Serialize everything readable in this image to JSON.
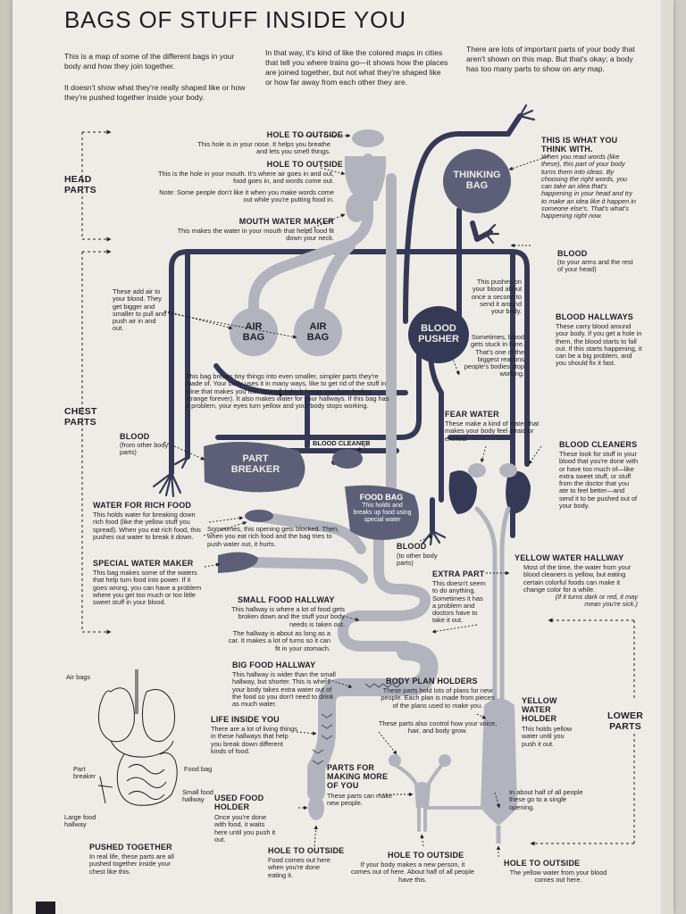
{
  "title": "BAGS OF STUFF INSIDE YOU",
  "intro": {
    "col1_p1": "This is a map of some of the different bags in your body and how they join together.",
    "col1_p2": "It doesn't show what they're really shaped like or how they're pushed together inside your body.",
    "col2": "In that way, it's kind of like the colored maps in cities that tell you where trains go—it shows how the places are joined together, but not what they're shaped like or how far away from each other they are.",
    "col3_a": "There are lots of important parts of your body that aren't shown on this map. But that's okay; a body has too many parts to show on ",
    "col3_em": "any",
    "col3_b": " map."
  },
  "groups": {
    "head": "HEAD PARTS",
    "chest": "CHEST PARTS",
    "lower": "LOWER PARTS"
  },
  "bags": {
    "thinking": "THINKING BAG",
    "air1": "AIR BAG",
    "air2": "AIR BAG",
    "blood_pusher": "BLOOD PUSHER",
    "part_breaker": "PART BREAKER",
    "food_bag_title": "FOOD BAG",
    "food_bag_text": "This holds and breaks up food using special water"
  },
  "labels": {
    "nose_h": "HOLE TO OUTSIDE",
    "nose_b": "This hole is in your nose. It helps you breathe and lets you smell things.",
    "mouth_h": "HOLE TO OUTSIDE",
    "mouth_b": "This is the hole in your mouth. It's where air goes in and out, food goes in, and words come out.",
    "mouth_note": "Note: Some people don't like it when you make words come out while you're putting food in.",
    "saliva_h": "MOUTH WATER MAKER",
    "saliva_b": "This makes the water in your mouth that helps food fit down your neck.",
    "think_h": "THIS IS WHAT YOU THINK WITH.",
    "think_b": "When you read words (like these), this part of your body turns them into ideas. By choosing the right words, you can take an idea that's happening in your head and try to make an idea like it happen in someone else's. That's what's happening right now.",
    "blood_h": "BLOOD",
    "blood_b": "(to your arms and the rest of your head)",
    "air_note": "These add air to your blood. They get bigger and smaller to pull and push air in and out.",
    "pusher_note": "This pushes on your blood about once a second to send it around your body.",
    "pusher_note2": "Sometimes, blood gets stuck in here. That's one of the biggest reasons people's bodies stop working.",
    "hallways_h": "BLOOD HALLWAYS",
    "hallways_b": "These carry blood around your body. If you get a hole in them, the blood starts to fall out. If this starts happening, it can be a big problem, and you should fix it fast.",
    "liver_note": "This bag breaks tiny things into even smaller, simpler parts they're made of. Your body uses it in many ways, like to get rid of the stuff in wine that makes you feel strange (which keeps you from feeling strange forever). It also makes water for your hallways. If this bag has a problem, your eyes turn yellow and your body stops working.",
    "chest_blood_h": "BLOOD",
    "chest_blood_b": "(from other body parts)",
    "fear_h": "FEAR WATER",
    "fear_b": "These make a kind of water that makes your body feel afraid or excited.",
    "cleaner_small": "BLOOD CLEANER",
    "cleaners_h": "BLOOD CLEANERS",
    "cleaners_b": "These look for stuff in your blood that you're done with or have too much of—like extra sweet stuff, or stuff from the doctor that you ate to feel better—and send it to be pushed out of your body.",
    "rich_h": "WATER FOR RICH FOOD",
    "rich_b": "This holds water for breaking down rich food (like the yellow stuff you spread). When you eat rich food, this pushes out water to break it down.",
    "blocked_note": "Sometimes, this opening gets blocked. Then, when you eat rich food and the bag tries to push water out, it hurts.",
    "lower_blood_h": "BLOOD",
    "lower_blood_b": "(to other body parts)",
    "special_h": "SPECIAL WATER MAKER",
    "special_b": "This bag makes some of the waters that help turn food into power. If it goes wrong, you can have a problem where you get too much or too little sweet stuff in your blood.",
    "extra_h": "EXTRA PART",
    "extra_b": "This doesn't seem to do anything. Sometimes it has a problem and doctors have to take it out.",
    "yhall_h": "YELLOW WATER HALLWAY",
    "yhall_b": "Most of the time, the water from your blood cleaners is yellow, but eating certain colorful foods can make it change color for a while.",
    "yhall_note": "(If it turns dark or red, it may mean you're sick.)",
    "small_h": "SMALL FOOD HALLWAY",
    "small_b": "This hallway is where a lot of food gets broken down and the stuff your body needs is taken out.",
    "small_b2": "The hallway is about as long as a car. It makes a lot of turns so it can fit in your stomach.",
    "big_h": "BIG FOOD HALLWAY",
    "big_b": "This hallway is wider than the small hallway, but shorter. This is where your body takes extra water out of the food so you don't need to drink as much water.",
    "plan_h": "BODY PLAN HOLDERS",
    "plan_b": "These parts hold lots of plans for new people. Each plan is made from pieces of the plans used to make you.",
    "plan_b2": "These parts also control how your voice, hair, and body grow.",
    "life_h": "LIFE INSIDE YOU",
    "life_b": "There are a lot of living things in these hallways that help you break down different kinds of food.",
    "yholder_h": "YELLOW WATER HOLDER",
    "yholder_b": "This holds yellow water until you push it out.",
    "making_h": "PARTS FOR MAKING MORE OF YOU",
    "making_b": "These parts can make new people.",
    "used_h": "USED FOOD HOLDER",
    "used_b": "Once you're done with food, it waits here until you push it out.",
    "single_note": "In about half of all people these go to a single opening.",
    "hole1_h": "HOLE TO OUTSIDE",
    "hole1_b": "Food comes out here when you're done eating it.",
    "hole2_h": "HOLE TO OUTSIDE",
    "hole2_b": "If your body makes a new person, it comes out of here. About half of all people have this.",
    "hole3_h": "HOLE TO OUTSIDE",
    "hole3_b": "The yellow water from your blood comes out here.",
    "inset_airbags": "Air bags",
    "inset_partbreaker": "Part breaker",
    "inset_foodbag": "Food bag",
    "inset_small": "Small food hallway",
    "inset_large": "Large food hallway",
    "pushed_h": "PUSHED TOGETHER",
    "pushed_b": "In real life, these parts are all pushed together inside your chest like this."
  },
  "colors": {
    "dark": "#363956",
    "mid": "#5d5f78",
    "light": "#b3b3bd",
    "paper": "#eeece6",
    "ink": "#1f1f24"
  }
}
